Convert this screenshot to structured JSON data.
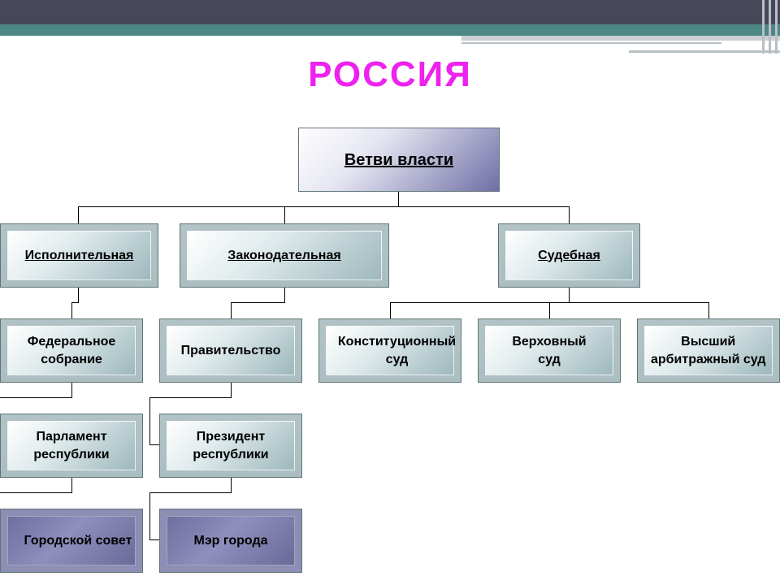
{
  "title": "РОССИЯ",
  "root": {
    "label": "Ветви власти"
  },
  "branches": {
    "executive": "Исполнительная",
    "legislative": "Законодательная",
    "judicial": "Судебная"
  },
  "nodes": {
    "federal_assembly": [
      "Федеральное",
      "собрание"
    ],
    "government": "Правительство",
    "constitutional_court": [
      "Конституционный",
      "суд"
    ],
    "supreme_court": [
      "Верховный",
      "суд"
    ],
    "supreme_arbitration": [
      "Высший",
      "арбитражный суд"
    ],
    "republic_parliament": [
      "Парламент",
      "республики"
    ],
    "republic_president": [
      "Президент",
      "республики"
    ],
    "city_council": "Городской совет",
    "mayor": "Мэр города"
  },
  "colors": {
    "title": "#ee22ee",
    "header_dark": "#47475a",
    "header_teal": "#4d8785"
  }
}
